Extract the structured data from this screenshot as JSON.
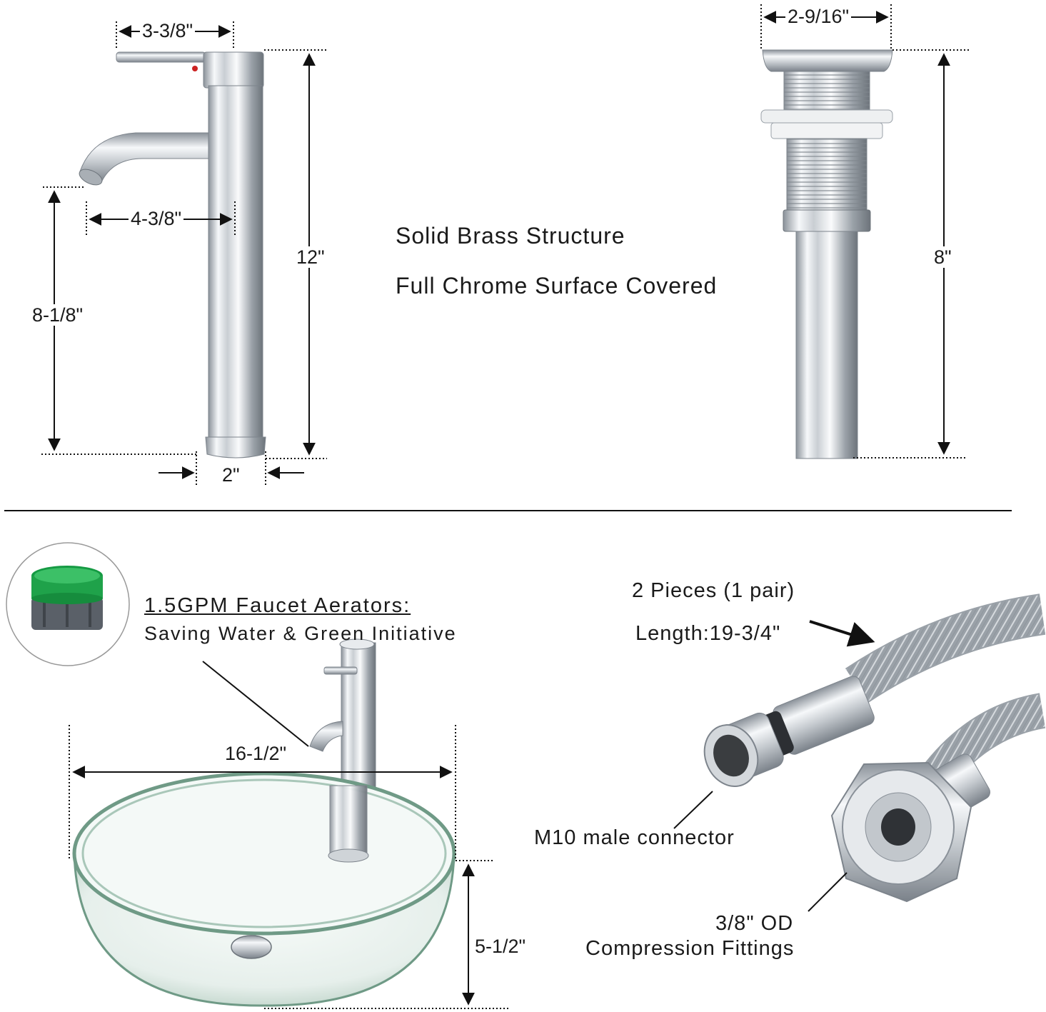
{
  "faucet": {
    "handle_length": "3-3/8\"",
    "spout_reach": "4-3/8\"",
    "spout_height": "8-1/8\"",
    "total_height": "12\"",
    "base_diameter": "2\""
  },
  "features": {
    "line1": "Solid Brass Structure",
    "line2": "Full Chrome Surface Covered"
  },
  "drain": {
    "top_diameter": "2-9/16\"",
    "height": "8\""
  },
  "aerator": {
    "title": "1.5GPM Faucet Aerators:",
    "subtitle": "Saving Water & Green Initiative"
  },
  "basin": {
    "diameter": "16-1/2\"",
    "height": "5-1/2\""
  },
  "hose": {
    "pieces": "2 Pieces (1 pair)",
    "length": "Length:19-3/4\"",
    "connector": "M10 male connector",
    "fitting_size": "3/8\" OD",
    "fitting_type": "Compression Fittings"
  },
  "colors": {
    "chrome_light": "#f4f6f8",
    "chrome_dark": "#7d848c",
    "glass_edge": "#6f9a86",
    "aerator_green": "#1fa24a",
    "aerator_gray": "#5a6068",
    "ink": "#1a1a1a"
  }
}
